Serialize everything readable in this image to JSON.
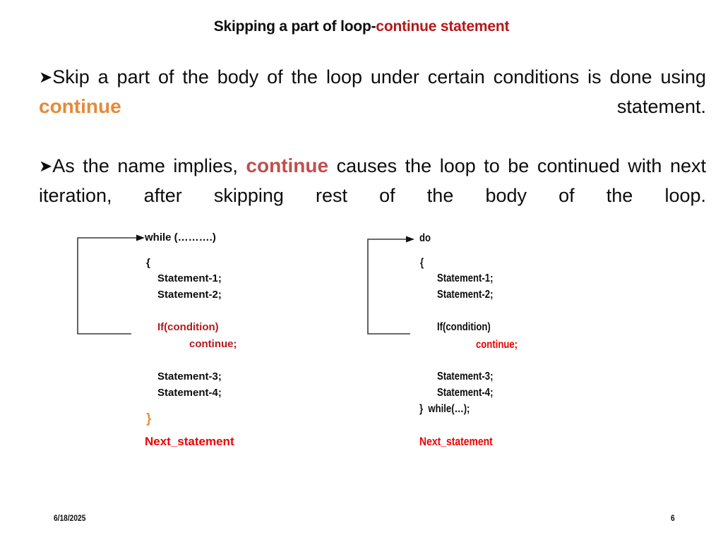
{
  "slide": {
    "title": {
      "black_part": "Skipping a part of loop-",
      "red_part": "continue statement"
    },
    "bullets": [
      {
        "marker": "➤",
        "text_before": "Skip a part of the body of the loop under certain conditions is done using ",
        "keyword": "continue",
        "text_after": " statement.",
        "keyword_color": "#E58A38"
      },
      {
        "marker": "➤",
        "text_before": "As the name implies, ",
        "keyword": "continue",
        "text_after": " causes the loop to be continued with next iteration, after skipping rest of the body of the loop.",
        "keyword_color": "#C0504D"
      }
    ],
    "code_blocks": [
      {
        "name": "while-loop-example",
        "lines": [
          {
            "text": "while (……….)",
            "color": "black"
          },
          {
            "text": "{",
            "color": "black"
          },
          {
            "text": "Statement-1;",
            "color": "black"
          },
          {
            "text": "Statement-2;",
            "color": "black"
          },
          {
            "text": "If(condition)",
            "color": "red"
          },
          {
            "text": "continue;",
            "color": "red"
          },
          {
            "text": "Statement-3;",
            "color": "black"
          },
          {
            "text": "Statement-4;",
            "color": "black"
          },
          {
            "text": "}",
            "color": "orange"
          },
          {
            "text": "Next_statement",
            "color": "bright-red"
          }
        ]
      },
      {
        "name": "do-while-loop-example",
        "lines": [
          {
            "text": "do",
            "color": "black"
          },
          {
            "text": "{",
            "color": "black"
          },
          {
            "text": "Statement-1;",
            "color": "black"
          },
          {
            "text": "Statement-2;",
            "color": "black"
          },
          {
            "text": "If(condition)",
            "color": "black"
          },
          {
            "text": "continue;",
            "color": "bright-red"
          },
          {
            "text": "Statement-3;",
            "color": "black"
          },
          {
            "text": "Statement-4;",
            "color": "black"
          },
          {
            "text": "}  while(…);",
            "color": "black"
          },
          {
            "text": "Next_statement",
            "color": "bright-red"
          }
        ]
      }
    ],
    "footer": {
      "date": "6/18/2025",
      "page_number": "6"
    },
    "colors": {
      "title_red": "#B51819",
      "keyword_orange": "#E58A38",
      "keyword_brick": "#C0504D",
      "code_red": "#B51819",
      "code_bright_red": "#EE0000",
      "brace_orange": "#E8903A",
      "text_black": "#0D0D0D",
      "background": "#FFFFFF"
    }
  }
}
